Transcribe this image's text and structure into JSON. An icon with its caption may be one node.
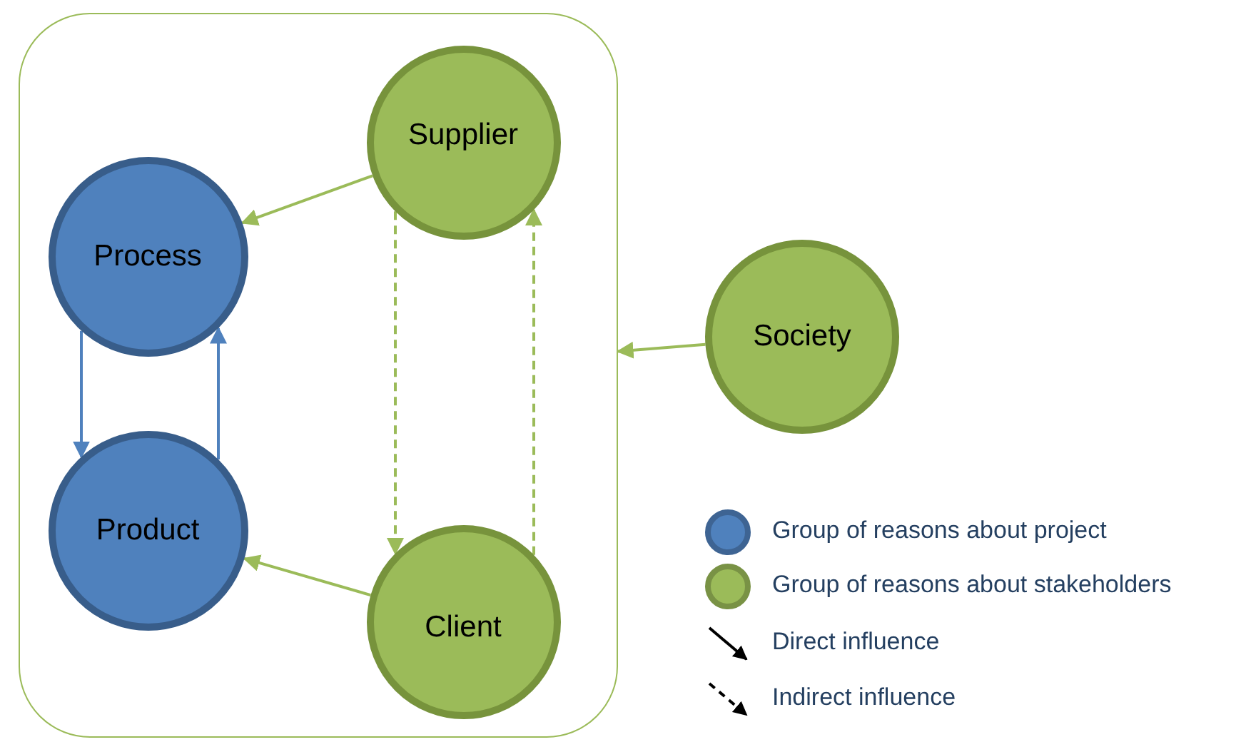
{
  "diagram": {
    "nodes": [
      {
        "text": [],
        "shape": "box"
      },
      {
        "text": [
          "Supplier"
        ],
        "in": 0
      },
      {
        "text": [
          "Process"
        ],
        "in": 0
      },
      {
        "text": [
          "Product"
        ],
        "in": 0
      },
      {
        "text": [
          "Client"
        ],
        "in": 0
      },
      {
        "text": [
          "Society"
        ]
      }
    ],
    "edges": [
      {
        "from": 1,
        "to": 2,
        "arrow": "to"
      },
      {
        "from": 2,
        "to": 3,
        "arrow": "to",
        "color": "#4f81bd"
      },
      {
        "from": 3,
        "to": 2,
        "arrow": "to",
        "color": "#4f81bd"
      },
      {
        "from": 1,
        "to": 4,
        "arrow": "to",
        "style": "dashed"
      },
      {
        "from": 4,
        "to": 1,
        "arrow": "to",
        "style": "dashed"
      },
      {
        "from": 4,
        "to": 3,
        "arrow": "to"
      },
      {
        "from": 5,
        "to": 0,
        "arrow": "to"
      }
    ],
    "legend": [
      {
        "text": "Group of reasons about project",
        "color": "#4f81bd"
      },
      {
        "text": "Group of reasons about stakeholders",
        "color": "#9bbb59"
      },
      {
        "text": "Direct influence"
      },
      {
        "text": "Indirect influence"
      }
    ]
  }
}
